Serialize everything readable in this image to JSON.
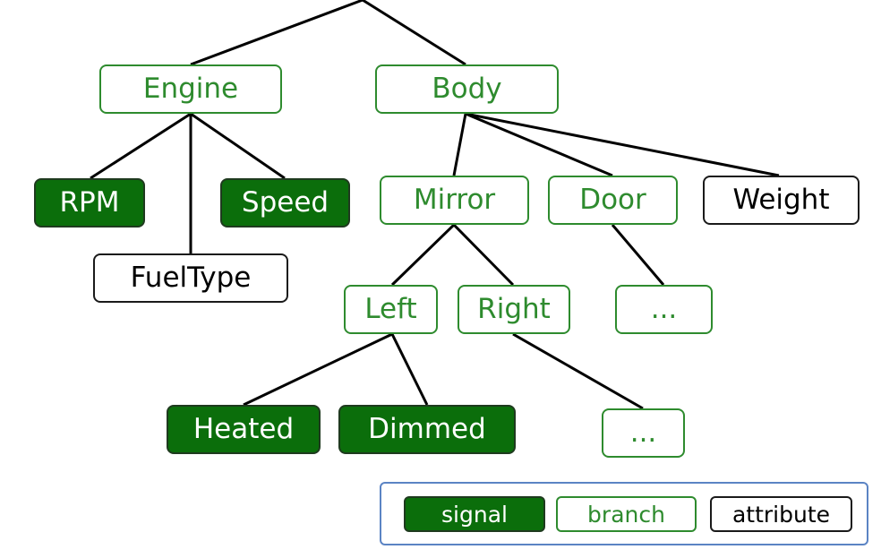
{
  "colors": {
    "branch": "#2e8b2e",
    "signal_fill": "#0b6e0b",
    "signal_border": "#1f3a1f",
    "attribute_border": "#1a1a1a",
    "legend_border": "#5b84c4",
    "edge": "#000000"
  },
  "nodes": {
    "engine": {
      "label": "Engine",
      "kind": "branch"
    },
    "body": {
      "label": "Body",
      "kind": "branch"
    },
    "rpm": {
      "label": "RPM",
      "kind": "signal"
    },
    "speed": {
      "label": "Speed",
      "kind": "signal"
    },
    "fueltype": {
      "label": "FuelType",
      "kind": "attribute"
    },
    "mirror": {
      "label": "Mirror",
      "kind": "branch"
    },
    "door": {
      "label": "Door",
      "kind": "branch"
    },
    "weight": {
      "label": "Weight",
      "kind": "attribute"
    },
    "left": {
      "label": "Left",
      "kind": "branch"
    },
    "right": {
      "label": "Right",
      "kind": "branch"
    },
    "door_more": {
      "label": "...",
      "kind": "branch"
    },
    "heated": {
      "label": "Heated",
      "kind": "signal"
    },
    "dimmed": {
      "label": "Dimmed",
      "kind": "signal"
    },
    "right_more": {
      "label": "...",
      "kind": "branch"
    }
  },
  "edges": [
    [
      "root",
      "engine"
    ],
    [
      "root",
      "body"
    ],
    [
      "engine",
      "rpm"
    ],
    [
      "engine",
      "fueltype"
    ],
    [
      "engine",
      "speed"
    ],
    [
      "body",
      "mirror"
    ],
    [
      "body",
      "door"
    ],
    [
      "body",
      "weight"
    ],
    [
      "mirror",
      "left"
    ],
    [
      "mirror",
      "right"
    ],
    [
      "door",
      "door_more"
    ],
    [
      "left",
      "heated"
    ],
    [
      "left",
      "dimmed"
    ],
    [
      "right",
      "right_more"
    ]
  ],
  "legend": {
    "signal": "signal",
    "branch": "branch",
    "attribute": "attribute"
  }
}
